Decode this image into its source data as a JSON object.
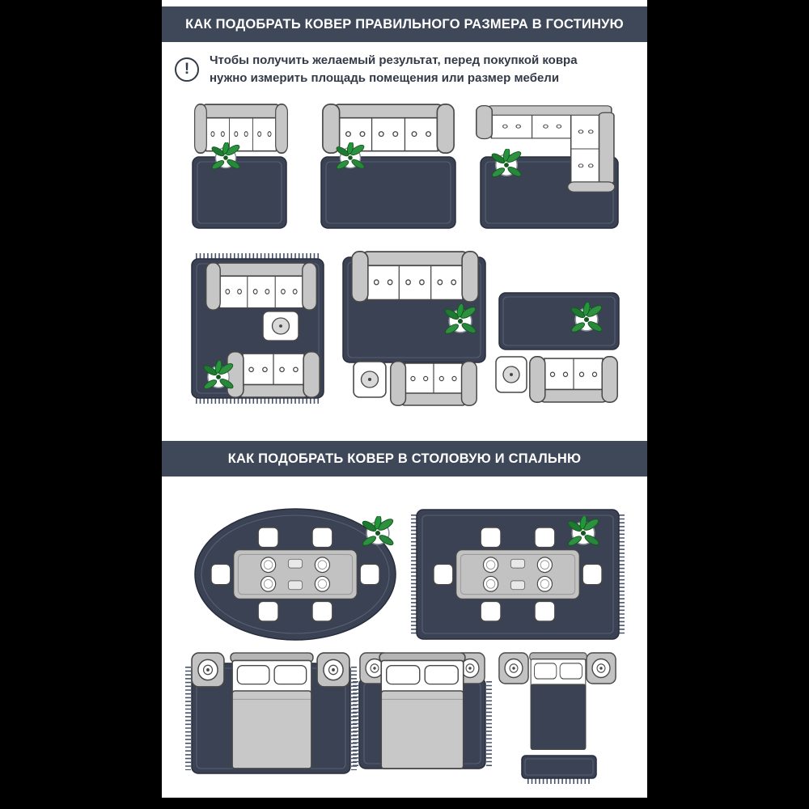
{
  "colors": {
    "frame_background": "#000000",
    "header_background": "#3e4859",
    "rug": "#3a4254",
    "furniture_gray": "#c6c6c6",
    "plant_green": "#2e9140",
    "text_dark": "#333a47"
  },
  "section_living": {
    "title": "КАК ПОДОБРАТЬ КОВЕР ПРАВИЛЬНОГО РАЗМЕРА В ГОСТИНУЮ"
  },
  "note": {
    "icon_glyph": "!",
    "line1": "Чтобы получить желаемый результат, перед покупкой ковра",
    "line2": "нужно измерить площадь помещения или размер мебели"
  },
  "section_dining": {
    "title": "КАК ПОДОБРАТЬ КОВЕР В СТОЛОВУЮ И СПАЛЬНЮ"
  }
}
